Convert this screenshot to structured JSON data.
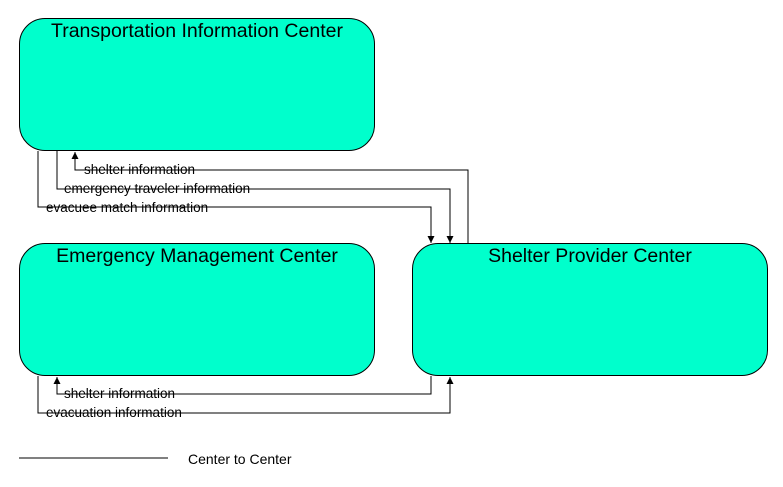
{
  "nodes": {
    "tic": {
      "label": "Transportation Information Center"
    },
    "emc": {
      "label": "Emergency Management Center"
    },
    "spc": {
      "label": "Shelter Provider Center"
    }
  },
  "flows": [
    {
      "id": "f1",
      "label": "shelter information"
    },
    {
      "id": "f2",
      "label": "emergency traveler information"
    },
    {
      "id": "f3",
      "label": "evacuee match information"
    },
    {
      "id": "f4",
      "label": "shelter information"
    },
    {
      "id": "f5",
      "label": "evacuation information"
    }
  ],
  "legend": {
    "label": "Center to Center"
  },
  "colors": {
    "node_fill": "#00ffcc",
    "line": "#000000"
  }
}
